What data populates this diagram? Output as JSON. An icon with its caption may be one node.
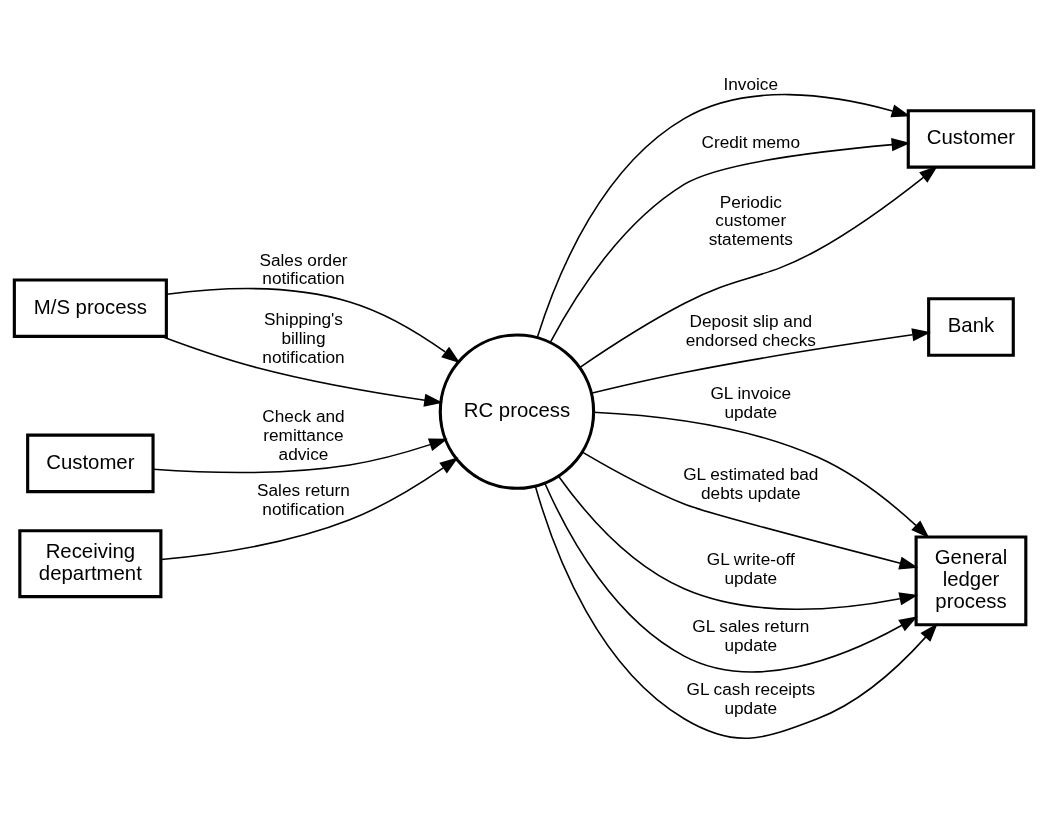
{
  "diagram": {
    "nodes": [
      {
        "text": [
          "M/S process"
        ]
      },
      {
        "text": [
          "Customer"
        ]
      },
      {
        "text": [
          "RC process"
        ]
      },
      {
        "text": [
          "Customer"
        ]
      },
      {
        "text": [
          "Bank"
        ]
      },
      {
        "text": [
          "Receiving department"
        ]
      },
      {
        "text": [
          "General ledger process"
        ]
      }
    ],
    "edges": [
      {
        "from": 0,
        "to": 2,
        "arrow": "to",
        "label": "Sales order notification"
      },
      {
        "from": 0,
        "to": 2,
        "arrow": "to",
        "label": "Shipping's billing notification"
      },
      {
        "from": 2,
        "to": 1,
        "arrow": "to",
        "label": "Invoice"
      },
      {
        "from": 2,
        "to": 1,
        "arrow": "to",
        "label": "Credit memo"
      },
      {
        "from": 2,
        "to": 1,
        "arrow": "to",
        "label": "Periodic customer statements"
      },
      {
        "from": 2,
        "to": 4,
        "arrow": "to",
        "label": "Deposit slip and endorsed checks"
      },
      {
        "from": 3,
        "to": 2,
        "arrow": "to",
        "label": "Check and remittance advice"
      },
      {
        "from": 5,
        "to": 2,
        "arrow": "to",
        "label": "Sales return notification"
      },
      {
        "from": 2,
        "to": 6,
        "arrow": "to",
        "label": "GL invoice update"
      },
      {
        "from": 2,
        "to": 6,
        "arrow": "to",
        "label": "GL estimated bad debts update"
      },
      {
        "from": 2,
        "to": 6,
        "arrow": "to",
        "label": "GL write-off update"
      },
      {
        "from": 2,
        "to": 6,
        "arrow": "to",
        "label": "GL sales return update"
      },
      {
        "from": 2,
        "to": 6,
        "arrow": "to",
        "label": "GL cash receipts update"
      }
    ]
  }
}
